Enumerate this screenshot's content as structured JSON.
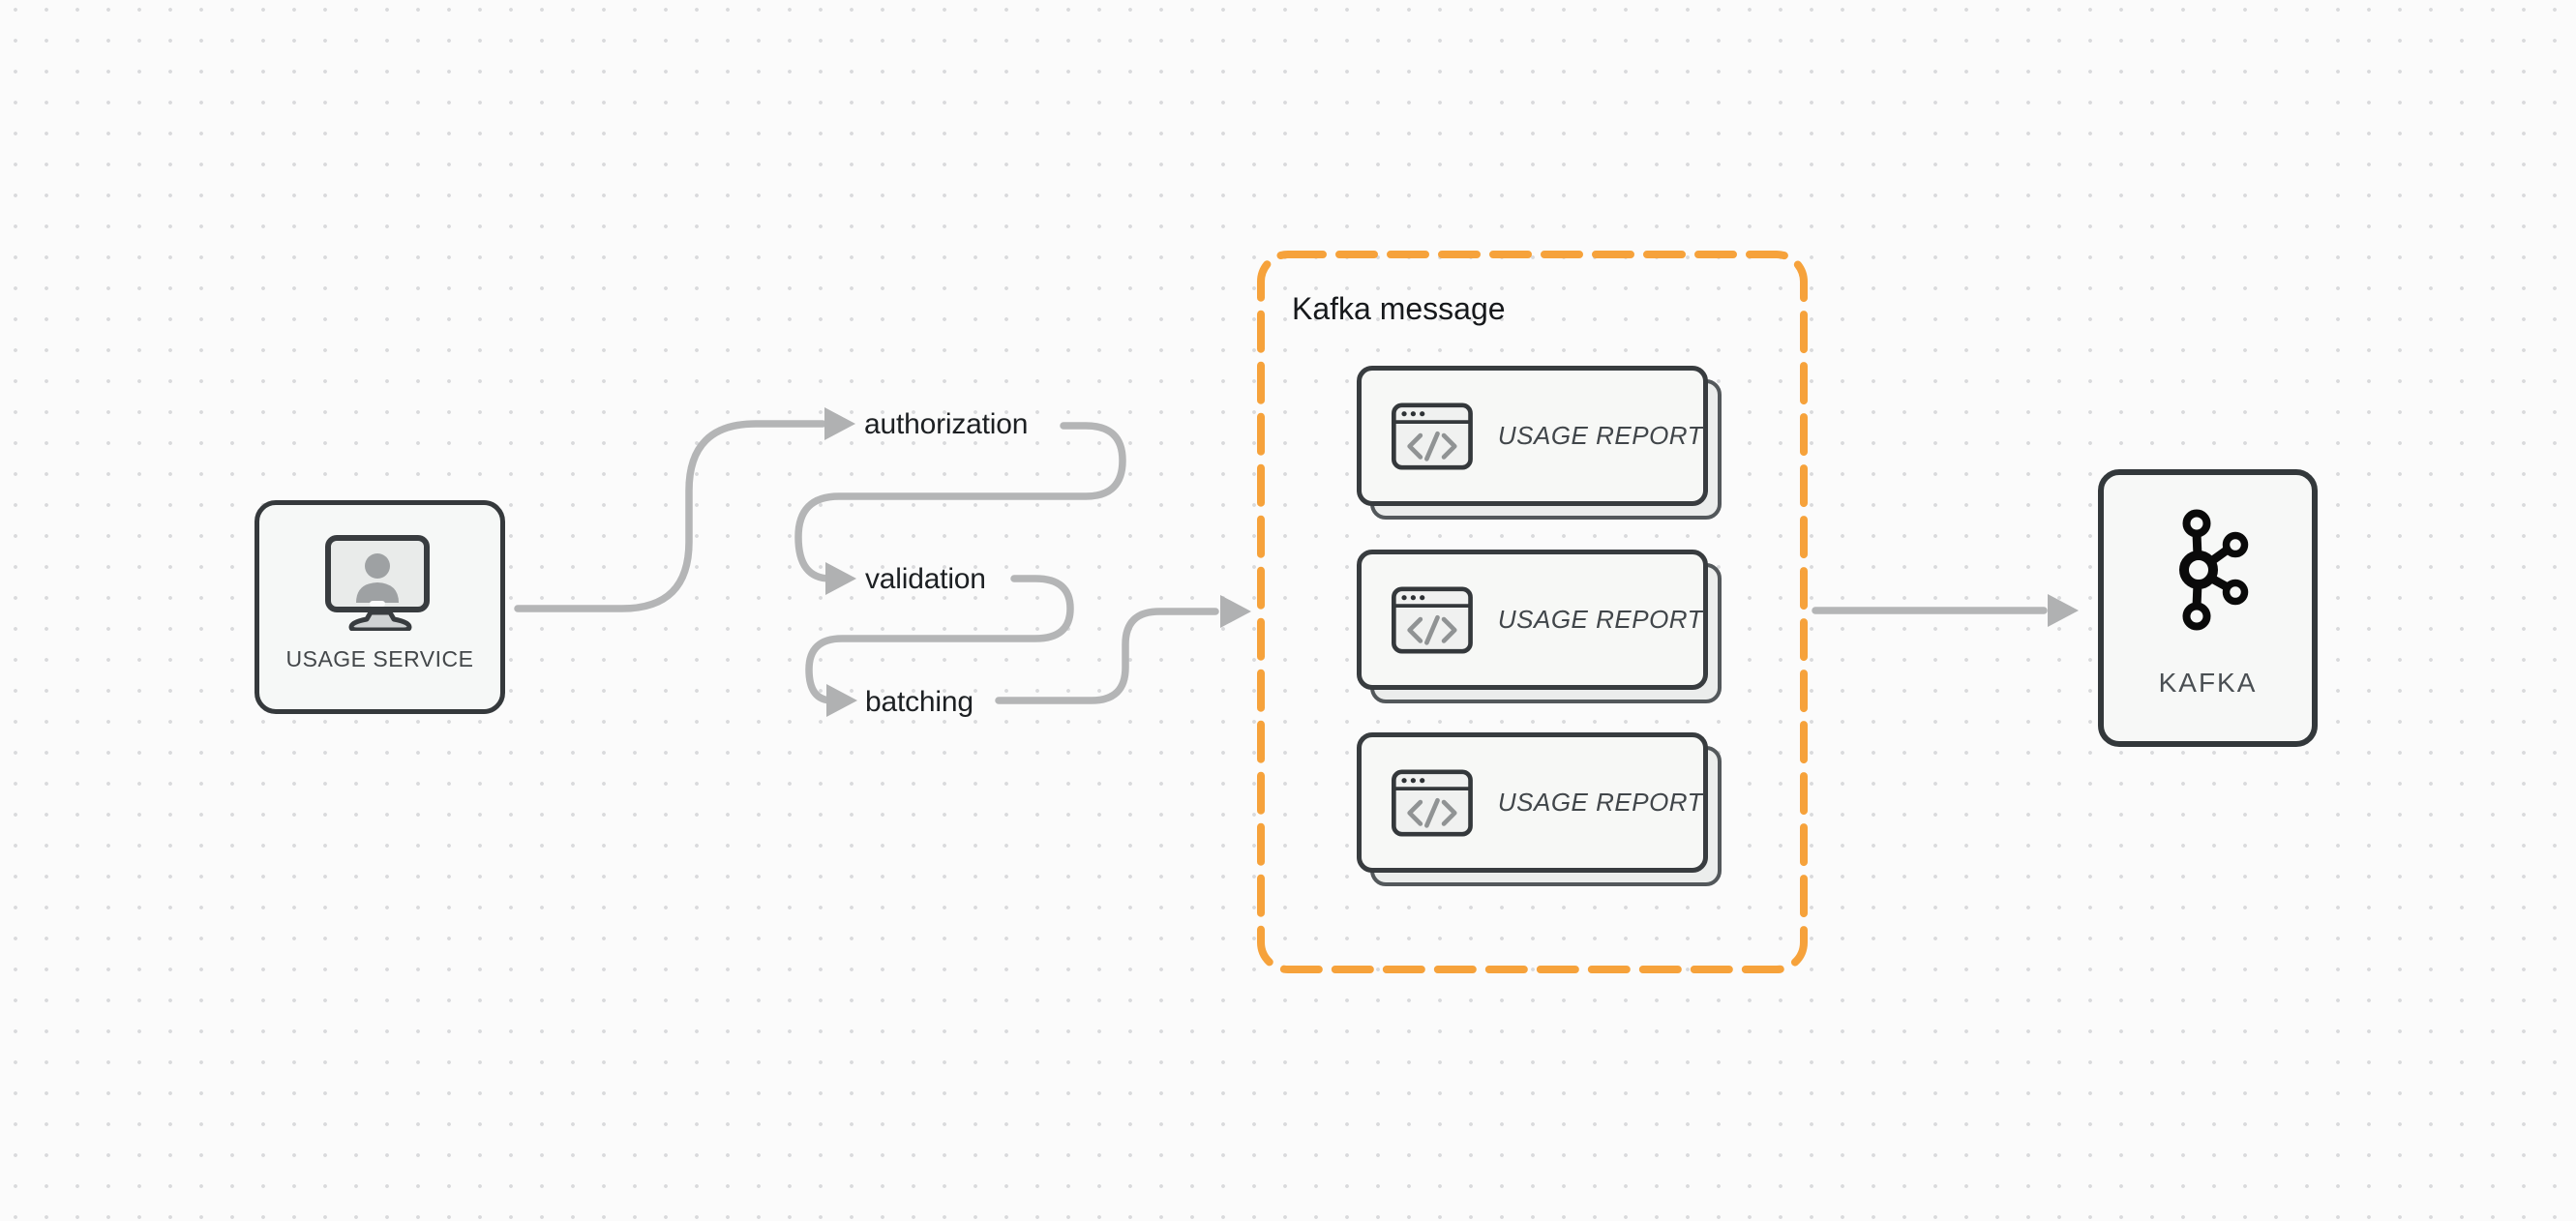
{
  "diagram": {
    "background": {
      "color": "#fbfbfb",
      "dot_color": "#d9dadc"
    },
    "usage_service": {
      "label": "USAGE SERVICE",
      "icon": "monitor-user-icon"
    },
    "flow_steps": [
      {
        "label": "authorization"
      },
      {
        "label": "validation"
      },
      {
        "label": "batching"
      }
    ],
    "kafka_message_group": {
      "title": "Kafka message",
      "border_color": "#f6a23b",
      "cards": [
        {
          "label": "USAGE REPORT",
          "icon": "code-window-icon"
        },
        {
          "label": "USAGE REPORT",
          "icon": "code-window-icon"
        },
        {
          "label": "USAGE REPORT",
          "icon": "code-window-icon"
        }
      ]
    },
    "kafka": {
      "label": "KAFKA",
      "icon": "kafka-logo-icon"
    },
    "colors": {
      "accent_orange": "#f6a23b",
      "connector_gray": "#b4b5b6",
      "node_border": "#35393c",
      "node_fill": "#f7f8f6",
      "text_dark": "#1d2023",
      "text_secondary": "#44484c"
    }
  }
}
